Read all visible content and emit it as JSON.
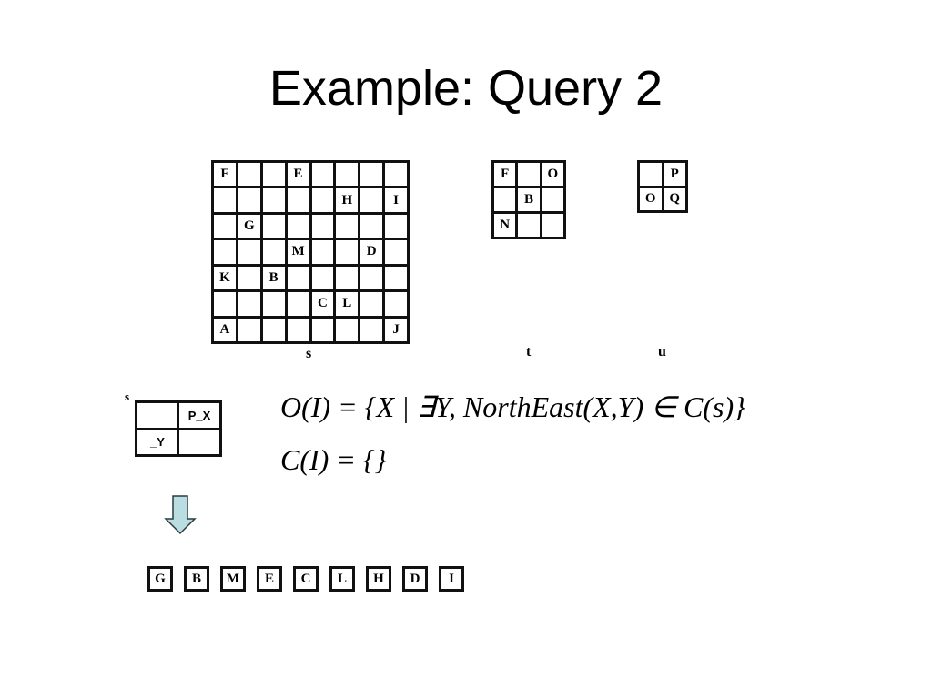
{
  "slide": {
    "title": "Example: Query 2"
  },
  "grid_s": {
    "label": "s",
    "rows": [
      [
        "F",
        "",
        "",
        "E",
        "",
        "",
        "",
        ""
      ],
      [
        "",
        "",
        "",
        "",
        "",
        "H",
        "",
        "I"
      ],
      [
        "",
        "G",
        "",
        "",
        "",
        "",
        "",
        ""
      ],
      [
        "",
        "",
        "",
        "M",
        "",
        "",
        "D",
        ""
      ],
      [
        "K",
        "",
        "B",
        "",
        "",
        "",
        "",
        ""
      ],
      [
        "",
        "",
        "",
        "",
        "C",
        "L",
        "",
        ""
      ],
      [
        "A",
        "",
        "",
        "",
        "",
        "",
        "",
        "J"
      ]
    ]
  },
  "grid_t": {
    "label": "t",
    "rows": [
      [
        "F",
        "",
        "O"
      ],
      [
        "",
        "B",
        ""
      ],
      [
        "N",
        "",
        ""
      ]
    ]
  },
  "grid_u": {
    "label": "u",
    "rows": [
      [
        "",
        "P"
      ],
      [
        "O",
        "Q"
      ]
    ]
  },
  "pattern": {
    "label": "s",
    "cells": [
      "",
      "P_X",
      "_Y",
      ""
    ]
  },
  "formulas": {
    "line1": "O(I) = {X | ∃Y, NorthEast(X,Y) ∈ C(s)}",
    "line2": "C(I) = {}"
  },
  "result": [
    "G",
    "B",
    "M",
    "E",
    "C",
    "L",
    "H",
    "D",
    "I"
  ],
  "colors": {
    "arrow_fill": "#b9dde0",
    "arrow_stroke": "#2b3b3f"
  }
}
